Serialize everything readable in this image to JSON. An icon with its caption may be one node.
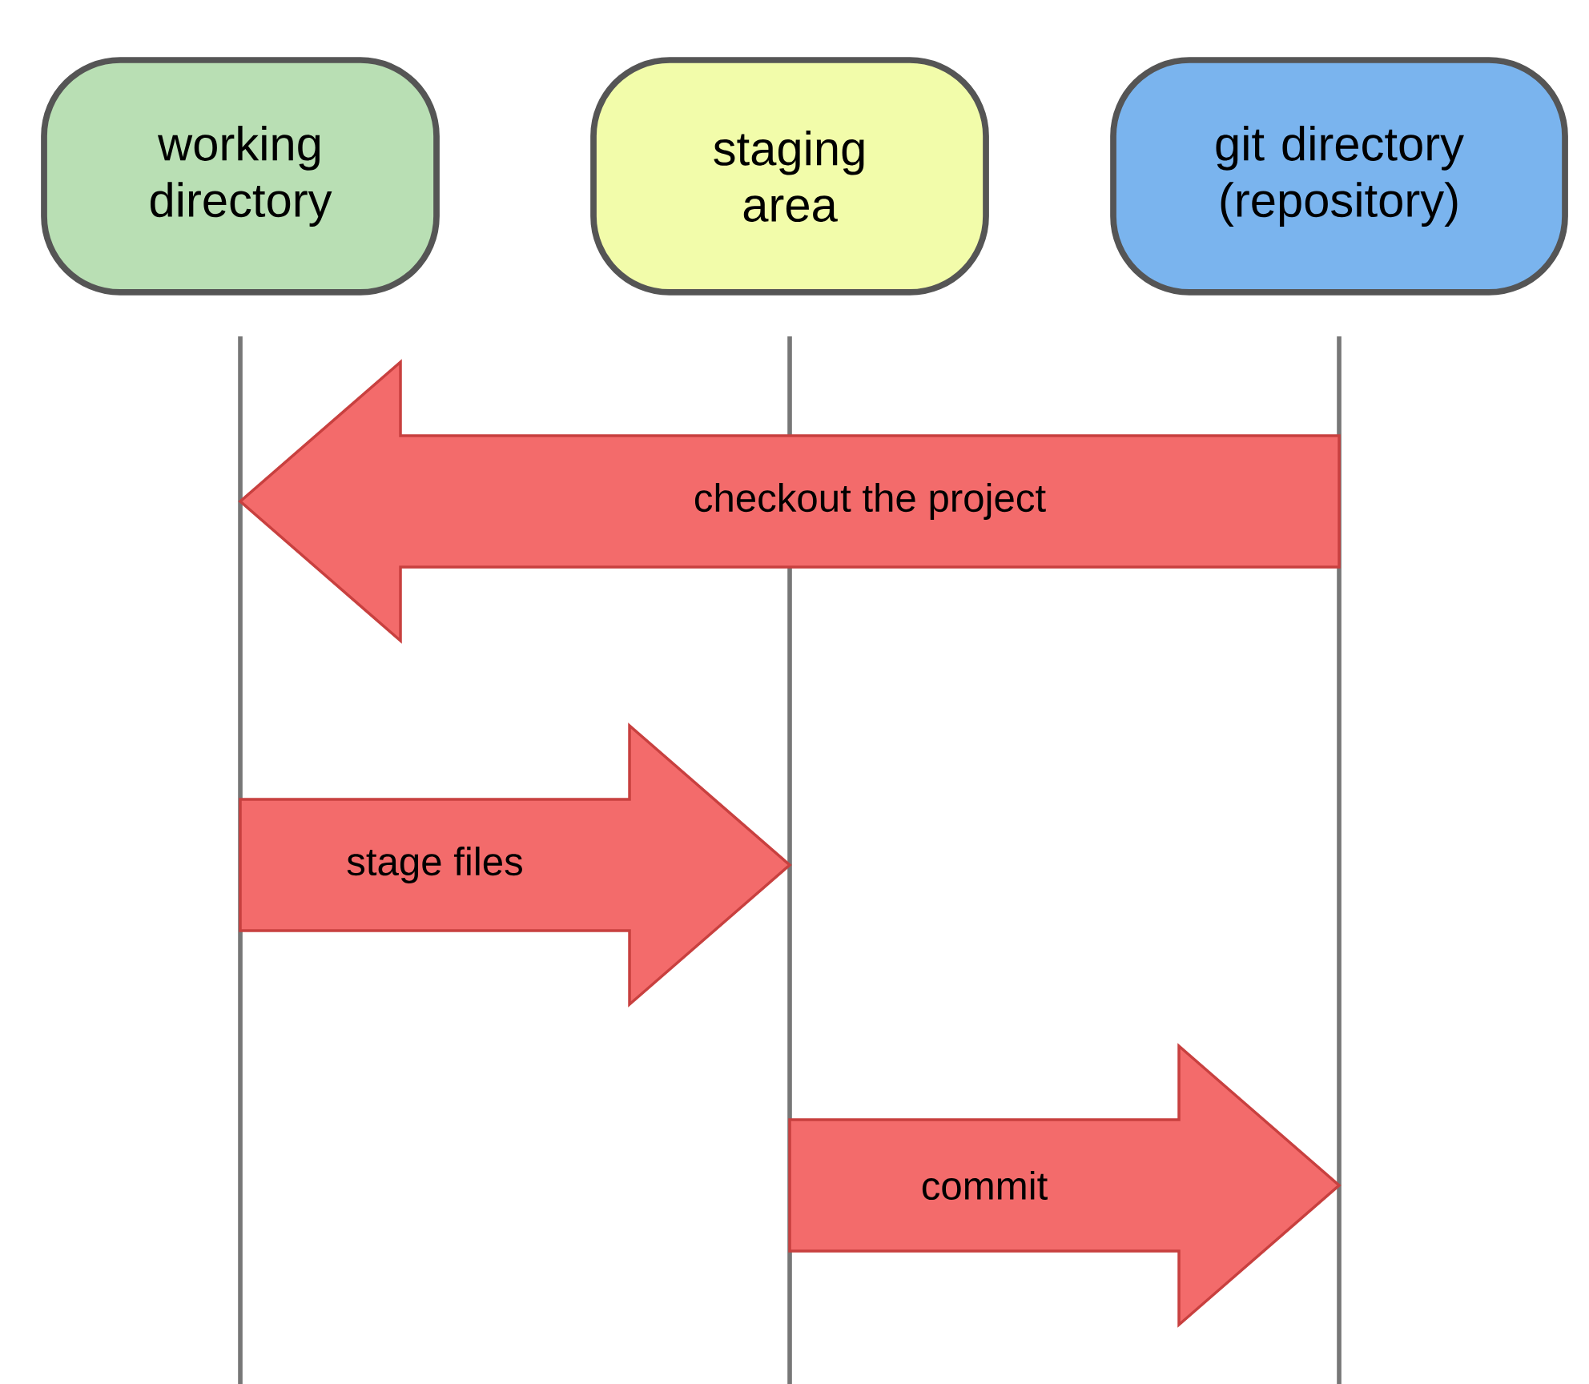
{
  "diagram": {
    "nodes": [
      {
        "text": [
          "working directory"
        ]
      },
      {
        "text": [
          "staging area"
        ]
      },
      {
        "text": [
          "git directory (repository)"
        ]
      },
      {
        "text": [],
        "shape": "line"
      },
      {
        "text": [],
        "shape": "line"
      },
      {
        "text": [],
        "shape": "line"
      }
    ],
    "edges": [
      {
        "from": 5,
        "to": 3,
        "arrow": "to",
        "label": "checkout the project"
      },
      {
        "from": 3,
        "to": 4,
        "arrow": "to",
        "label": "stage files"
      },
      {
        "from": 4,
        "to": 5,
        "arrow": "to",
        "label": "commit"
      }
    ]
  }
}
